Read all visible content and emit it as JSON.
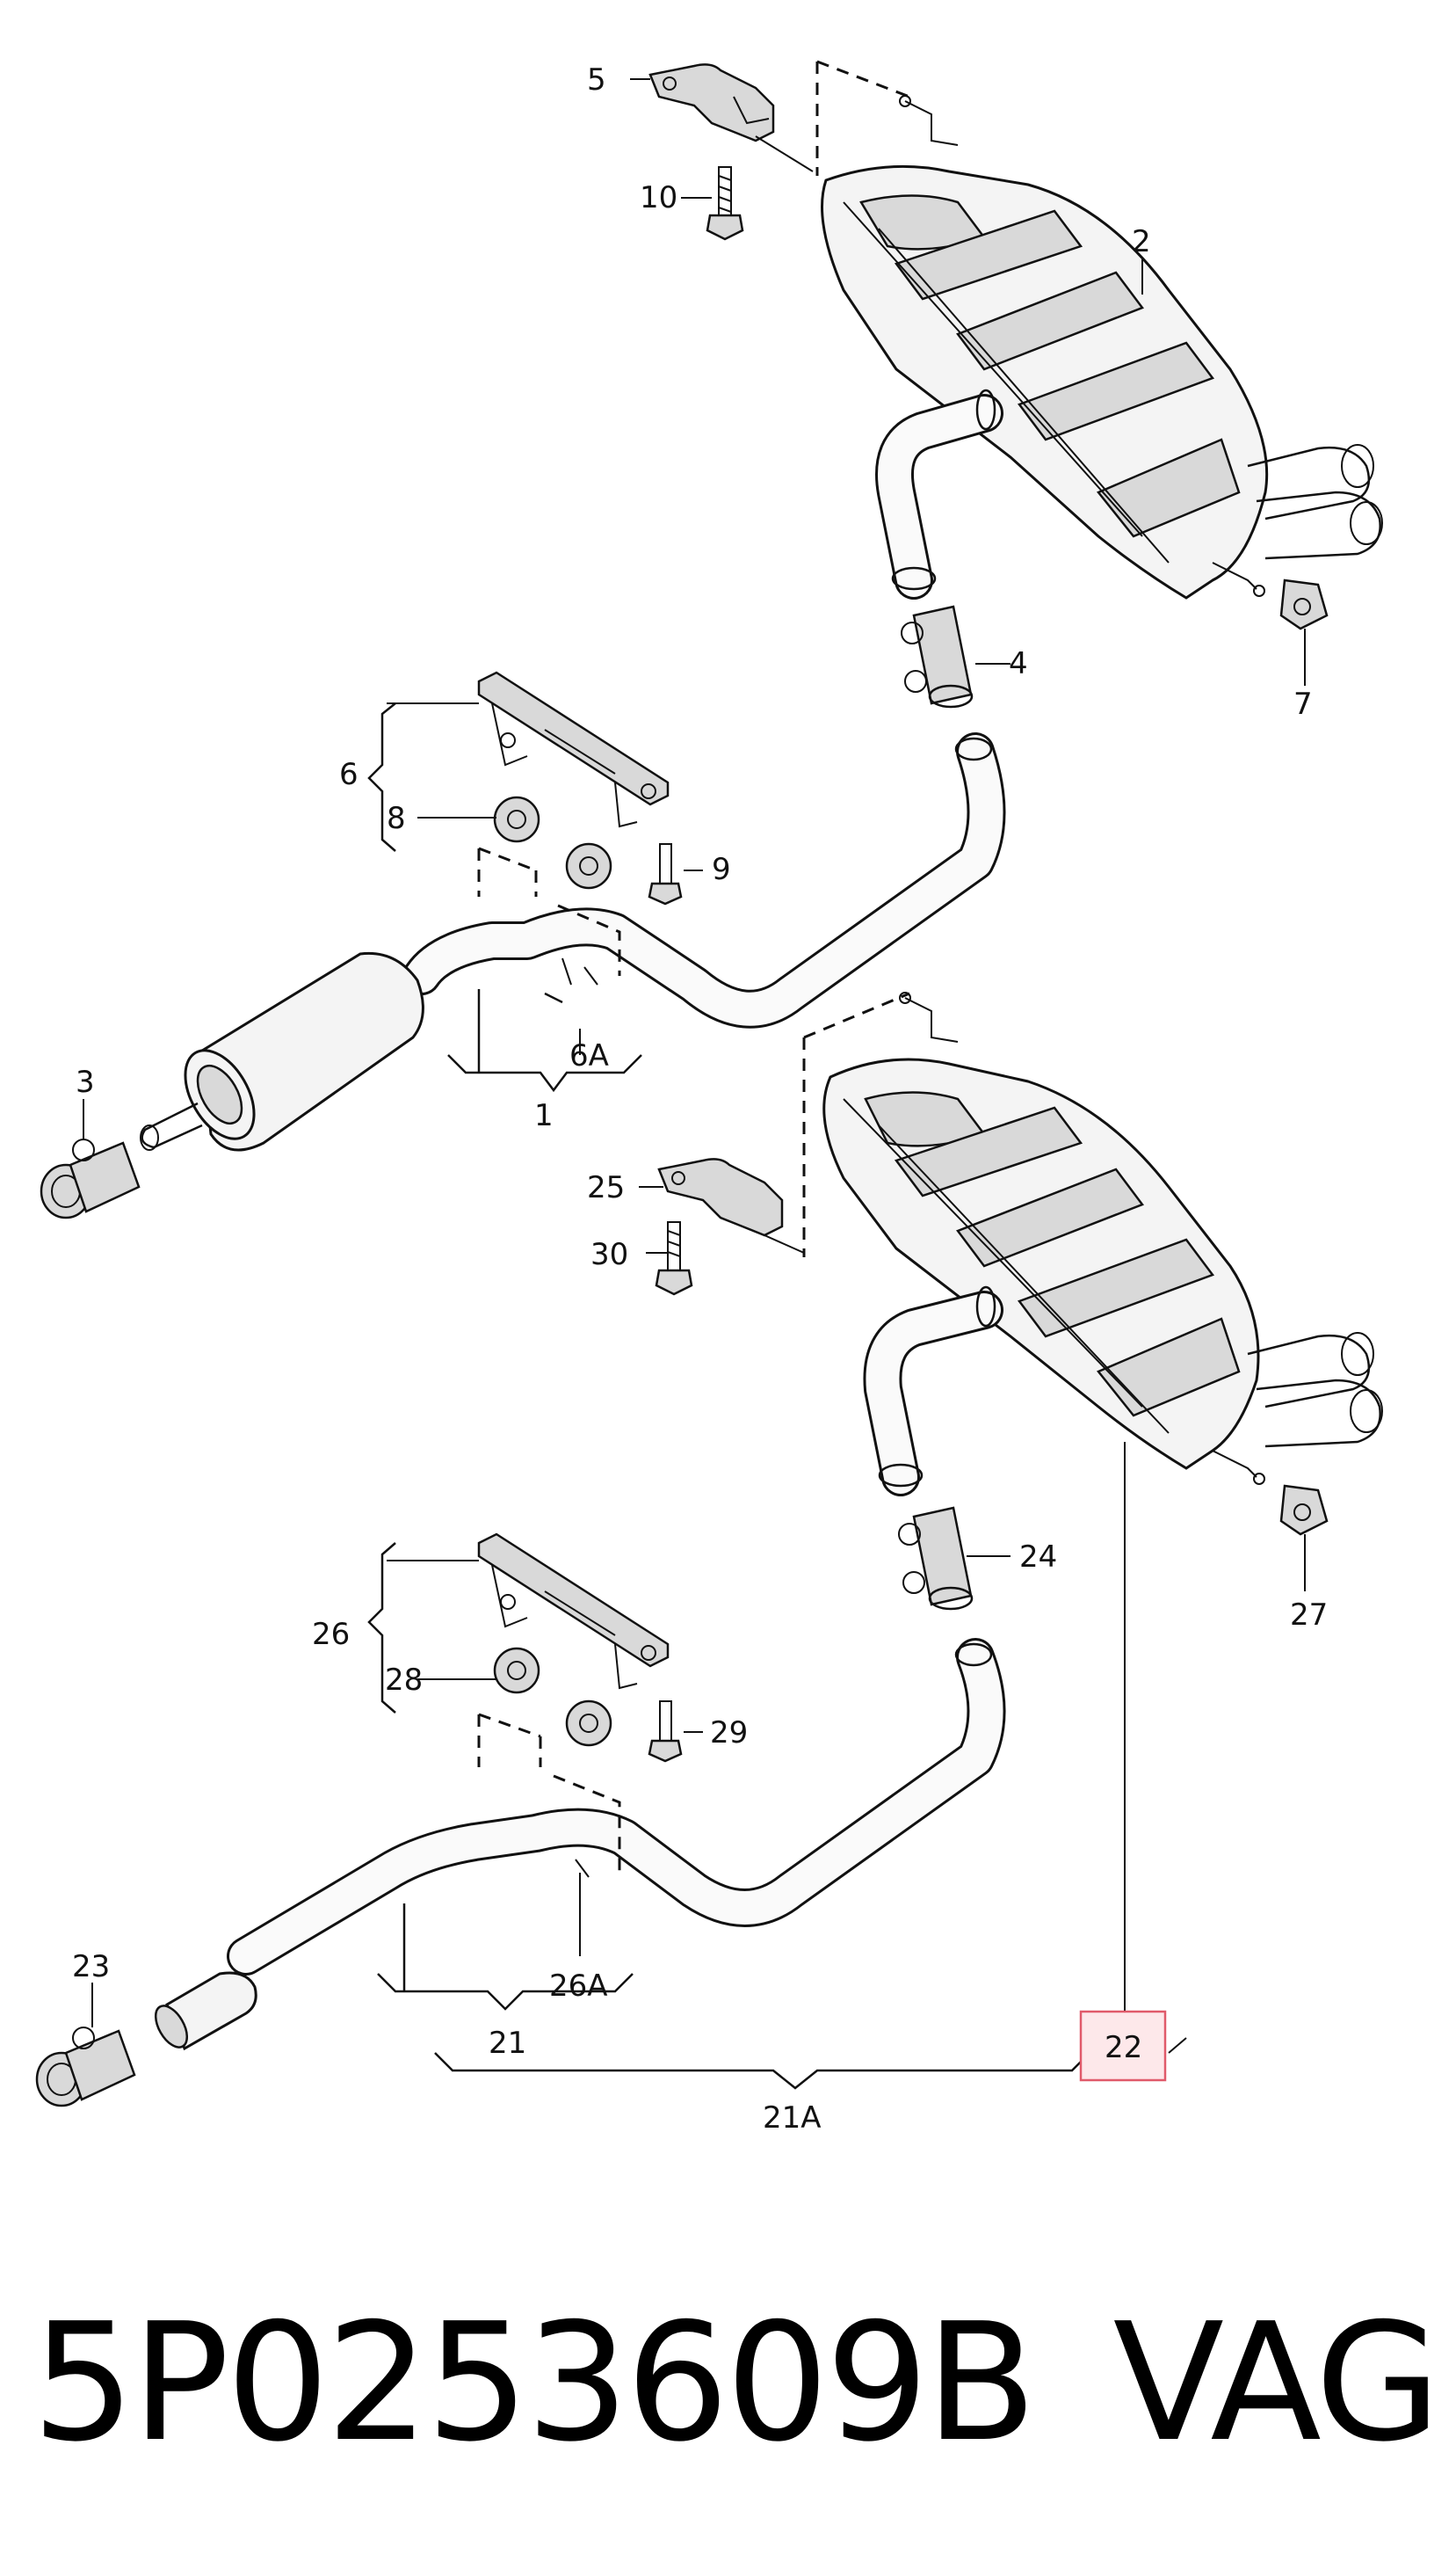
{
  "callouts": {
    "c1": "1",
    "c2": "2",
    "c3": "3",
    "c4": "4",
    "c5": "5",
    "c6": "6",
    "c6a": "6A",
    "c7": "7",
    "c8": "8",
    "c9": "9",
    "c10": "10",
    "c21": "21",
    "c21a": "21A",
    "c22": "22",
    "c23": "23",
    "c24": "24",
    "c25": "25",
    "c26": "26",
    "c26a": "26A",
    "c27": "27",
    "c28": "28",
    "c29": "29",
    "c30": "30"
  },
  "highlight_color": "#e05a6a",
  "caption": {
    "part_number": "5P0253609B",
    "brand": "VAG"
  }
}
